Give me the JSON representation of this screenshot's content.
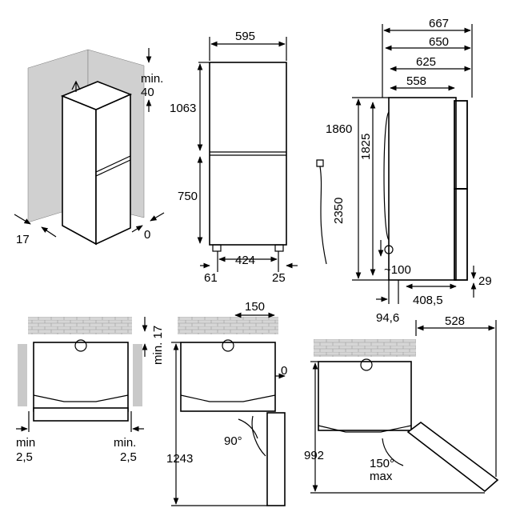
{
  "labels": {
    "min_40_a": "min.",
    "min_40_b": "40",
    "d17_iso": "17",
    "d0_iso": "0",
    "w595": "595",
    "h1063": "1063",
    "h750": "750",
    "w424": "424",
    "w61": "61",
    "w25": "25",
    "d667": "667",
    "d650": "650",
    "d625": "625",
    "d558": "558",
    "h1860": "1860",
    "h1825": "1825",
    "cable2350": "2350",
    "d100": "~100",
    "d408": "408,5",
    "d29": "29",
    "d94": "94,6",
    "min17": "min. 17",
    "min25_l_a": "min",
    "min25_l_b": "2,5",
    "min25_r_a": "min.",
    "min25_r_b": "2,5",
    "d150": "150",
    "d0_top": "0",
    "h1243": "1243",
    "ang90": "90°",
    "d528": "528",
    "h992": "992",
    "ang150_a": "150°",
    "ang150_b": "max"
  }
}
